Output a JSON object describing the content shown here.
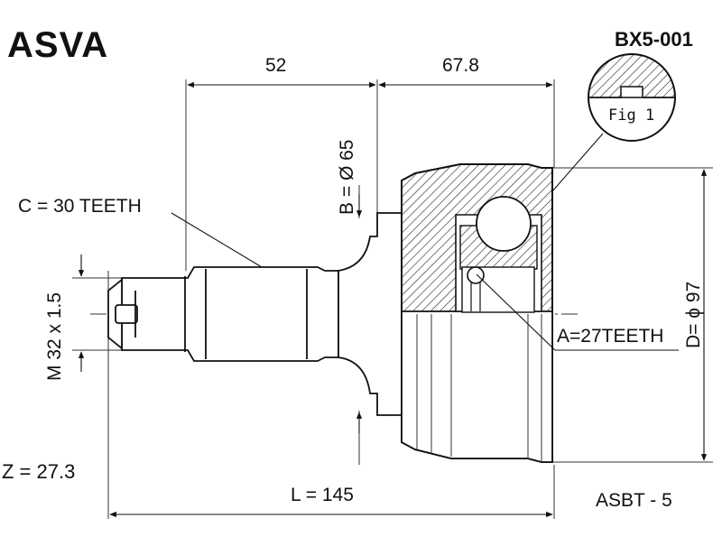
{
  "brand": "ASVA",
  "part_number": "BX5-001",
  "fig_label": "Fig 1",
  "dims": {
    "len_a": "52",
    "len_b": "67.8",
    "b_dia": "B = Ø 65",
    "c_teeth": "C = 30 TEETH",
    "thread": "M 32 x 1.5",
    "a_teeth": "A=27TEETH",
    "d_dia": "D= ϕ 97",
    "z": "Z = 27.3",
    "length": "L = 145"
  },
  "boot_code": "ASBT - 5"
}
